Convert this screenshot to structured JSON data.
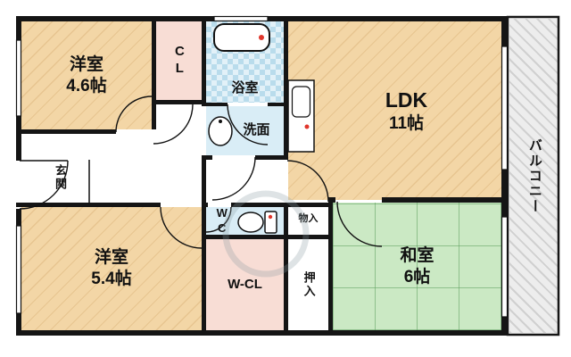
{
  "rooms": {
    "western_room_1": {
      "label": "洋室",
      "size": "4.6帖"
    },
    "closet_cl": {
      "label": "CL"
    },
    "bathroom": {
      "label": "浴室"
    },
    "washroom": {
      "label": "洗面"
    },
    "ldk": {
      "label": "LDK",
      "size": "11帖"
    },
    "entrance": {
      "label": "玄関"
    },
    "toilet": {
      "label": "WC"
    },
    "storage_small": {
      "label": "物入"
    },
    "japanese_room": {
      "label": "和室",
      "size": "6帖"
    },
    "closet_oshiire": {
      "label": "押入"
    },
    "walk_in_closet": {
      "label": "W-CL"
    },
    "western_room_2": {
      "label": "洋室",
      "size": "5.4帖"
    },
    "balcony": {
      "label": "バルコニー"
    }
  },
  "colors": {
    "wood_floor": "#f3d6a6",
    "tatami_green": "#cbe9c4",
    "water_blue": "#d9edf6",
    "closet_pink": "#f8ddd5",
    "balcony_gray": "#ededed",
    "wall_black": "#151515",
    "fixture_red": "#e0362c"
  }
}
